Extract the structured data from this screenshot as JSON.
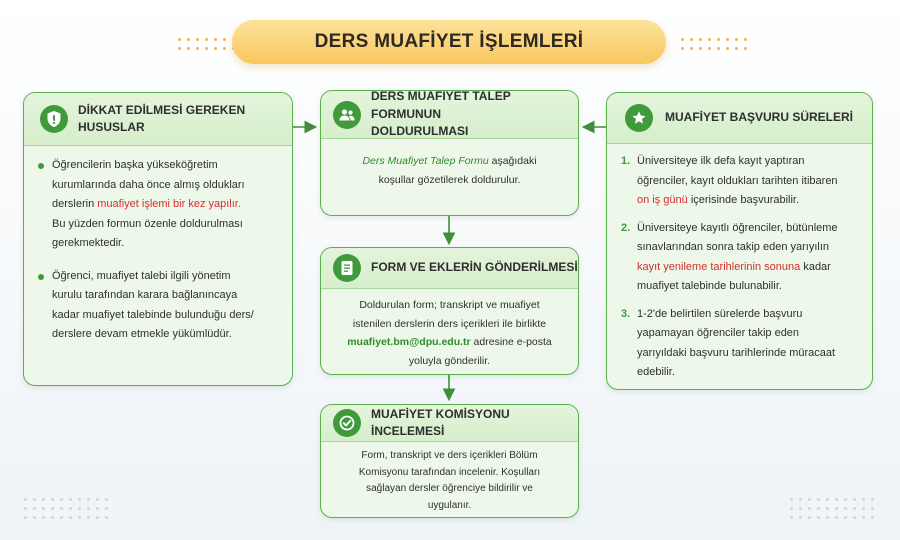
{
  "title": "DERS MUAFİYET İŞLEMLERİ",
  "colors": {
    "accent_green": "#3f9a3c",
    "highlight_red": "#d62d2d",
    "title_yellow": "#f8c65e",
    "card_bg": "#eef8ea"
  },
  "left_card": {
    "icon": "shield-exclamation-icon",
    "title": "DİKKAT EDİLMESİ GEREKEN HUSUSLAR",
    "bullet1": {
      "l1": "Öğrencilerin başka yükseköğretim",
      "l2": "kurumlarında daha önce almış oldukları",
      "l3_pre": "derslerin ",
      "l3_red": "muafiyet işlemi bir kez yapılır.",
      "l4": "Bu yüzden formun özenle doldurulması",
      "l5": "gerekmektedir."
    },
    "bullet2": {
      "l1": "Öğrenci, muafiyet talebi ilgili yönetim",
      "l2": "kurulu tarafından karara bağlanıncaya",
      "l3": "kadar muafiyet talebinde bulunduğu ders/",
      "l4": "derslere devam etmekle yükümlüdür."
    }
  },
  "step1": {
    "icon": "users-icon",
    "title_l1": "DERS MUAFİYET TALEP FORMUNUN",
    "title_l2": "DOLDURULMASI",
    "body_em": "Ders Muafiyet Talep Formu",
    "body_l1_rest": " aşağıdaki",
    "body_l2": "koşullar gözetilerek doldurulur."
  },
  "step2": {
    "icon": "document-icon",
    "title": "FORM VE EKLERİN GÖNDERİLMESİ",
    "l1": "Doldurulan form; transkript ve muafiyet",
    "l2": "istenilen derslerin ders içerikleri ile birlikte",
    "email": "muafiyet.bm@dpu.edu.tr",
    "l3_rest": " adresine e-posta",
    "l4": "yoluyla gönderilir."
  },
  "step3": {
    "icon": "check-circle-icon",
    "title": "MUAFİYET KOMİSYONU İNCELEMESİ",
    "l1": "Form, transkript ve ders içerikleri Bölüm",
    "l2": "Komisyonu tarafından incelenir. Koşulları",
    "l3": "sağlayan dersler öğrenciye bildirilir ve",
    "l4": "uygulanır."
  },
  "right_card": {
    "icon": "star-icon",
    "title": "MUAFİYET BAŞVURU SÜRELERİ",
    "item1": {
      "num": "1.",
      "l1": "Üniversiteye ilk defa kayıt yaptıran",
      "l2": "öğrenciler, kayıt oldukları tarihten itibaren",
      "l3_red": "on iş günü",
      "l3_rest": " içerisinde başvurabilir."
    },
    "item2": {
      "num": "2.",
      "l1": "Üniversiteye kayıtlı öğrenciler, bütünleme",
      "l2": "sınavlarından sonra takip eden yarıyılın",
      "l3_red": "kayıt yenileme tarihlerinin sonuna",
      "l3_rest": " kadar",
      "l4": "muafiyet talebinde bulunabilir."
    },
    "item3": {
      "num": "3.",
      "l1": "1-2'de belirtilen sürelerde başvuru",
      "l2": "yapamayan öğrenciler takip eden",
      "l3": "yarıyıldaki başvuru tarihlerinde müracaat",
      "l4": "edebilir."
    }
  }
}
